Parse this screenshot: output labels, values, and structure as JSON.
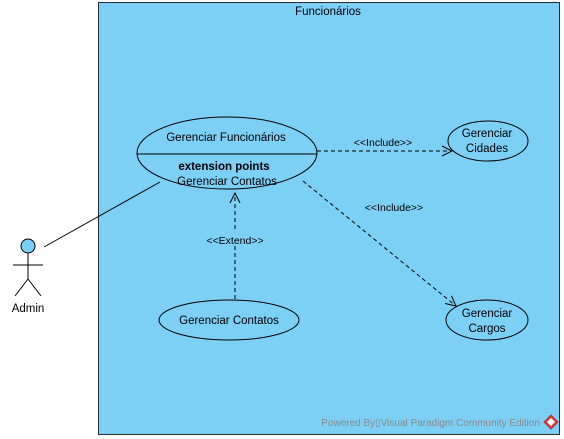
{
  "system": {
    "name": "Funcionários",
    "fill_color": "#7ccff5",
    "border_color": "#2b2b2b"
  },
  "actor": {
    "name": "Admin",
    "head_color": "#7ccff5"
  },
  "use_cases": {
    "gerenciar_funcionarios": {
      "name": "Gerenciar Funcionários",
      "extension_points_header": "extension points",
      "extension_point": "Gerenciar Contatos"
    },
    "gerenciar_cidades": {
      "line1": "Gerenciar",
      "line2": "Cidades"
    },
    "gerenciar_cargos": {
      "line1": "Gerenciar",
      "line2": "Cargos"
    },
    "gerenciar_contatos": {
      "name": "Gerenciar Contatos"
    }
  },
  "relationships": {
    "include_cidades": "<<Include>>",
    "include_cargos": "<<Include>>",
    "extend_contatos": "<<Extend>>"
  },
  "watermark": {
    "text": "Powered By▯Visual Paradigm Community Edition",
    "logo_icon": "visual-paradigm-logo-icon",
    "logo_color": "#e03c3c"
  }
}
